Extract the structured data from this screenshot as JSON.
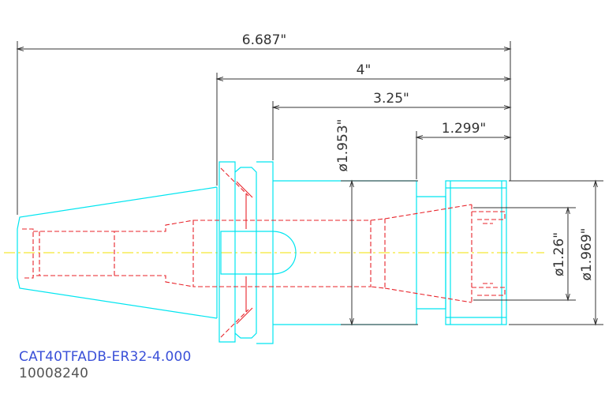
{
  "drawing": {
    "part_number": "CAT40TFADB-ER32-4.000",
    "item_number": "10008240",
    "dimensions": {
      "overall_length": "6.687\"",
      "gauge_to_end": "4\"",
      "flange_to_end": "3.25\"",
      "nut_length": "1.299\"",
      "body_diameter": "ø1.953\"",
      "bore_diameter": "ø1.26\"",
      "nut_diameter": "ø1.969\""
    }
  },
  "colors": {
    "outline": "#00e5f0",
    "hidden": "#e8232a",
    "centerline": "#f0e000",
    "dimension": "#333333",
    "part_number_text": "#3a50d8",
    "item_number_text": "#555555"
  }
}
